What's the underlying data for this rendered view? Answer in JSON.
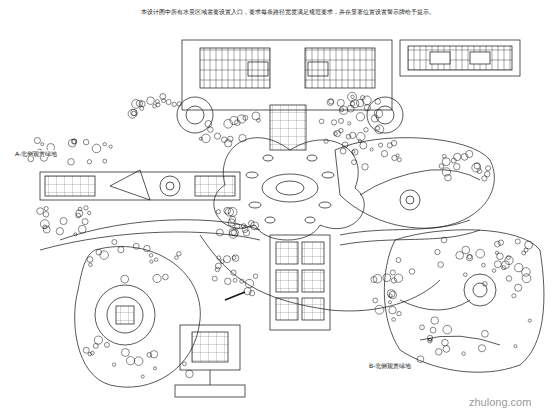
{
  "diagram": {
    "labels": [
      "本设计图中所有水景区域需要设置入口，要求每条路径宽度满足规范要求，并在显著位置设置警示牌给予提示。",
      "A-北侧观赏绿地",
      "B-北侧观赏绿地",
      "zhulong.com"
    ]
  }
}
